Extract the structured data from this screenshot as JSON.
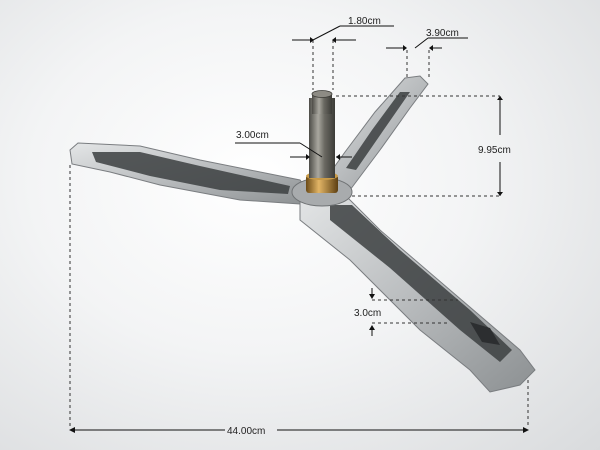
{
  "dimensions": {
    "shaft_top_width": "1.80cm",
    "arm_tip_width": "3.90cm",
    "shaft_diameter": "3.00cm",
    "shaft_height": "9.95cm",
    "arm_thickness": "3.0cm",
    "total_span": "44.00cm"
  },
  "colors": {
    "metal_light": "#c9cbcc",
    "metal_dark": "#6f7274",
    "rib_dark": "#3c3f41",
    "shaft": "#7b7a74",
    "bushing": "#b98a3a",
    "annotation": "#111111"
  }
}
